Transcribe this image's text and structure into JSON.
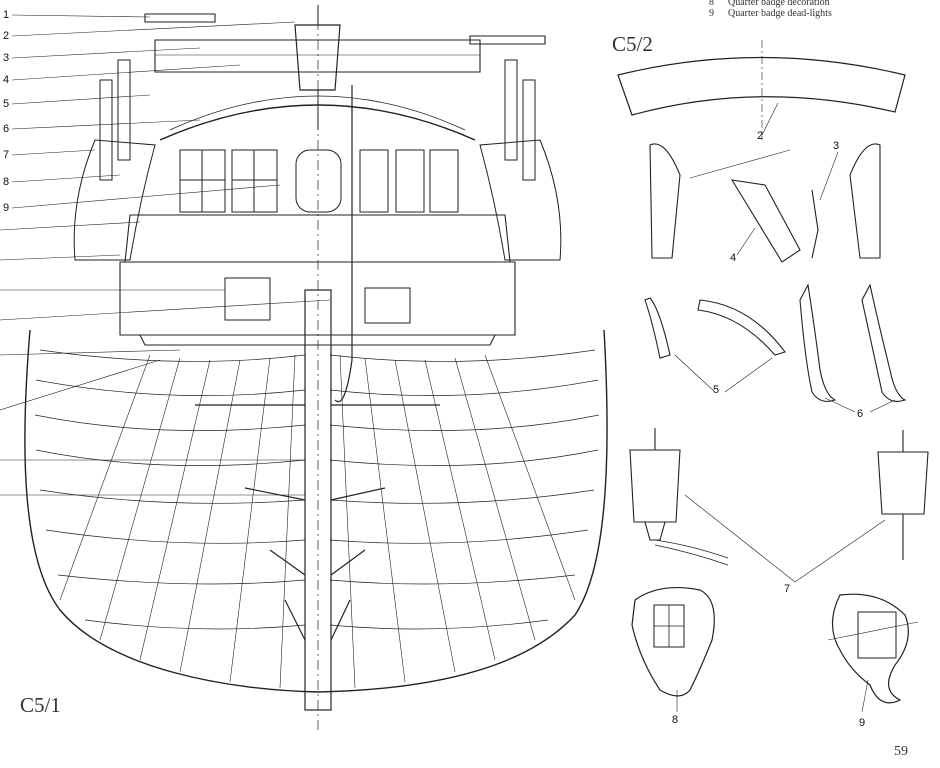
{
  "legend": [
    {
      "num": "8",
      "text": "Quarter badge decoration"
    },
    {
      "num": "9",
      "text": "Quarter badge dead-lights"
    }
  ],
  "figures": {
    "left": "C5/1",
    "right": "C5/2"
  },
  "left_callouts": [
    "1",
    "2",
    "3",
    "4",
    "5",
    "6",
    "7",
    "8",
    "9"
  ],
  "right_callouts": [
    "2",
    "3",
    "4",
    "5",
    "6",
    "7",
    "8",
    "9"
  ],
  "page_number": "59"
}
